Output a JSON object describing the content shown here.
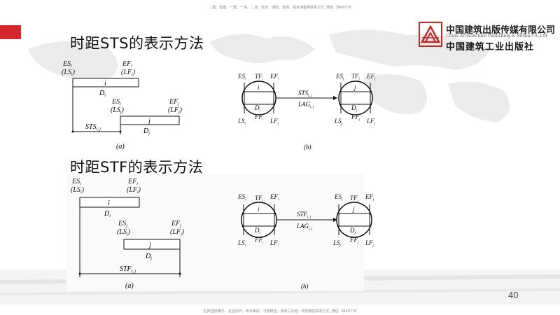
{
  "header_note": "二建、监理、一建、一造、二造、安全、消防、咨询、投资课程唯联系方式, 微信: 3849778",
  "footer_note": "名师直授精华，名全内训，考点串讲，习题精选，考前三页纸，请加微信联系方式, 微信: 3849778",
  "logo": {
    "name_cn": "中国建筑出版传媒有限公司",
    "name_en": "China Architecture Publishing & Media Co.,Ltd",
    "name_script": "中国建筑工业出版社"
  },
  "section1": {
    "title": "时距STS的表示方法"
  },
  "section2": {
    "title": "时距STF的表示方法"
  },
  "labels": {
    "ES_i": "ES",
    "LS_i": "(LS",
    "EF_i": "EF",
    "LF_i": "(LF",
    "node_i": "i",
    "node_j": "j",
    "D_i": "D",
    "D_j": "D",
    "STS": "STS",
    "STF": "STF",
    "LAG": "LAG",
    "TF": "TF",
    "FF": "FF",
    "LS": "LS",
    "LF": "LF",
    "ES": "ES",
    "EF": "EF",
    "sub_i": "i",
    "sub_j": "j",
    "sub_ij": "i, j",
    "caption_a": "(a)",
    "caption_b": "(b)"
  },
  "page_number": "40"
}
